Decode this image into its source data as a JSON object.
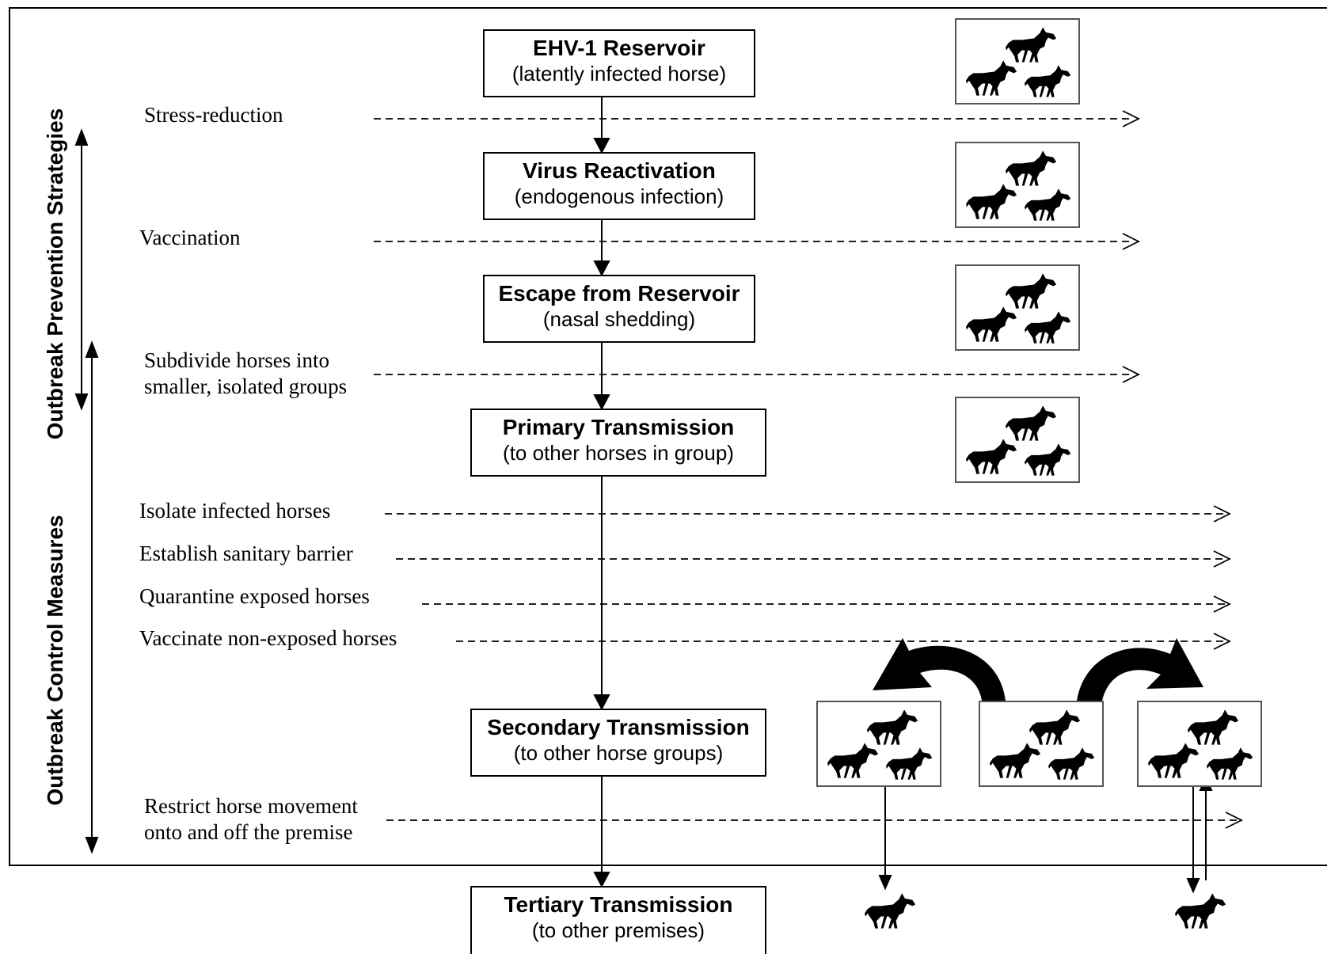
{
  "side_labels": {
    "prevention": "Outbreak Prevention Strategies",
    "control": "Outbreak Control Measures"
  },
  "steps": [
    {
      "title": "EHV-1 Reservoir",
      "subtitle": "(latently infected horse)"
    },
    {
      "title": "Virus Reactivation",
      "subtitle": "(endogenous infection)"
    },
    {
      "title": "Escape from Reservoir",
      "subtitle": "(nasal shedding)"
    },
    {
      "title": "Primary Transmission",
      "subtitle": "(to other horses in group)"
    },
    {
      "title": "Secondary Transmission",
      "subtitle": "(to other horse groups)"
    },
    {
      "title": "Tertiary Transmission",
      "subtitle": "(to other premises)"
    }
  ],
  "measures": [
    {
      "lines": [
        "Stress-reduction"
      ]
    },
    {
      "lines": [
        "Vaccination"
      ]
    },
    {
      "lines": [
        "Subdivide horses into",
        "smaller, isolated groups"
      ]
    },
    {
      "lines": [
        "Isolate infected horses"
      ]
    },
    {
      "lines": [
        "Establish sanitary barrier"
      ]
    },
    {
      "lines": [
        "Quarantine exposed horses"
      ]
    },
    {
      "lines": [
        "Vaccinate non-exposed horses"
      ]
    },
    {
      "lines": [
        "Restrict horse movement",
        "onto and off the premise"
      ]
    }
  ],
  "icons": {
    "horse": "horse-icon",
    "horse_group": "horse-group-icon"
  },
  "colors": {
    "line": "#000000",
    "frame_border": "#555555"
  }
}
